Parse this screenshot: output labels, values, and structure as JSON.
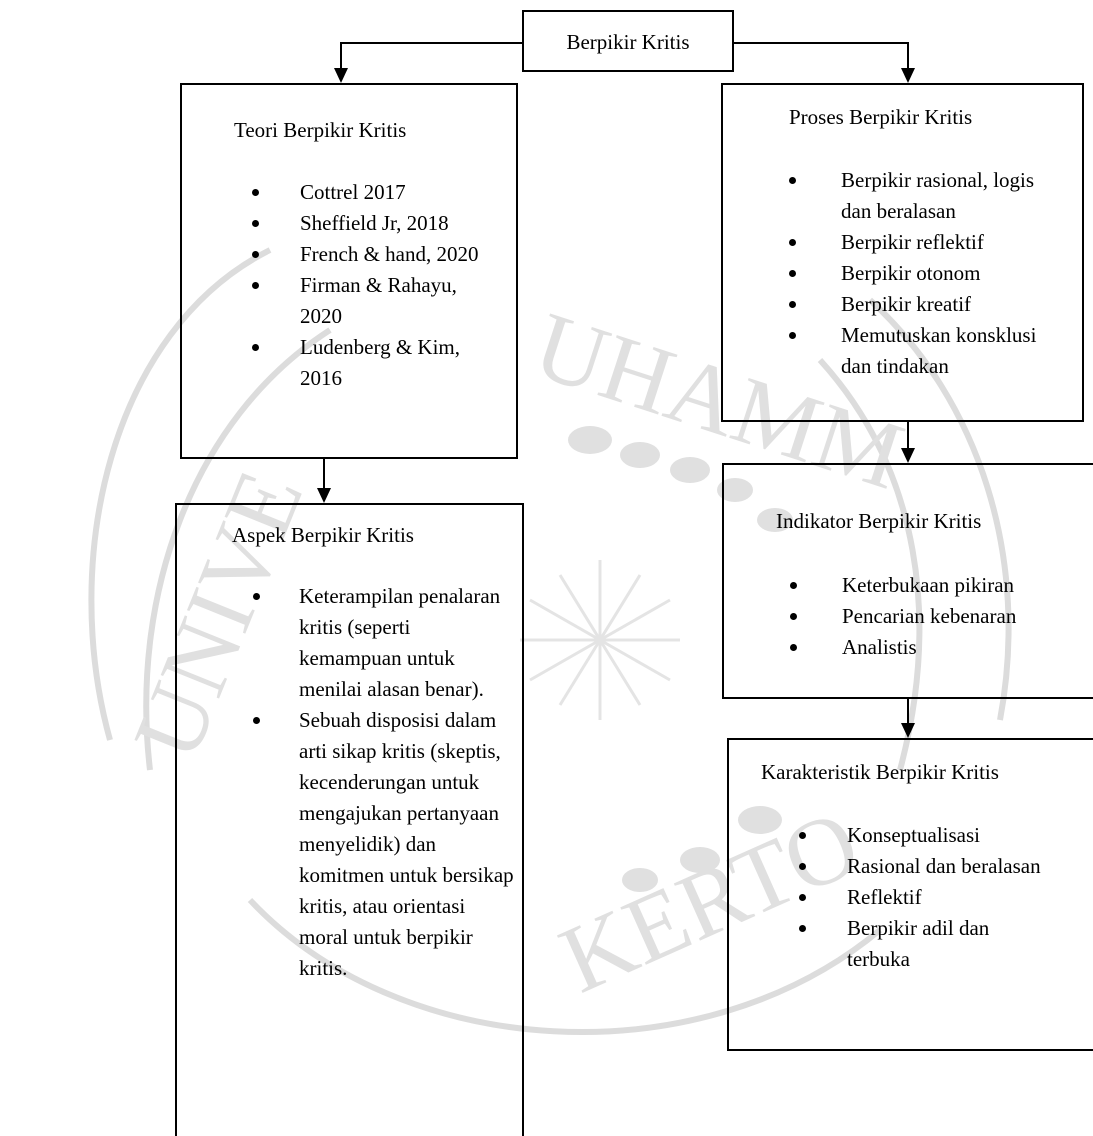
{
  "diagram": {
    "root": {
      "label": "Berpikir Kritis"
    },
    "teori": {
      "title": "Teori  Berpikir Kritis",
      "items": [
        "Cottrel 2017",
        "Sheffield Jr, 2018",
        "French & hand, 2020",
        "Firman & Rahayu, 2020",
        "Ludenberg & Kim, 2016"
      ]
    },
    "aspek": {
      "title": "Aspek Berpikir Kritis",
      "items": [
        "Keterampilan penalaran kritis (seperti kemampuan untuk menilai alasan benar).",
        "Sebuah disposisi dalam arti sikap kritis (skeptis, kecenderungan untuk mengajukan pertanyaan menyelidik) dan komitmen untuk bersikap kritis, atau orientasi moral untuk berpikir kritis."
      ]
    },
    "proses": {
      "title": "Proses Berpikir Kritis",
      "items": [
        "Berpikir rasional, logis dan beralasan",
        "Berpikir reflektif",
        "Berpikir otonom",
        "Berpikir kreatif",
        "Memutuskan konsklusi dan tindakan"
      ]
    },
    "indikator": {
      "title": "Indikator Berpikir Kritis",
      "items": [
        "Keterbukaan pikiran",
        "Pencarian kebenaran",
        "Analistis"
      ]
    },
    "karakteristik": {
      "title": "Karakteristik Berpikir Kritis",
      "items": [
        "Konseptualisasi",
        "Rasional dan beralasan",
        "Reflektif",
        "Berpikir adil dan terbuka"
      ]
    }
  },
  "watermark": {
    "text_top": "UHAMM",
    "text_left": "UNIVE",
    "text_bottom": "KERTO"
  },
  "colors": {
    "line": "#000000",
    "watermark": "#d9d9d9"
  }
}
